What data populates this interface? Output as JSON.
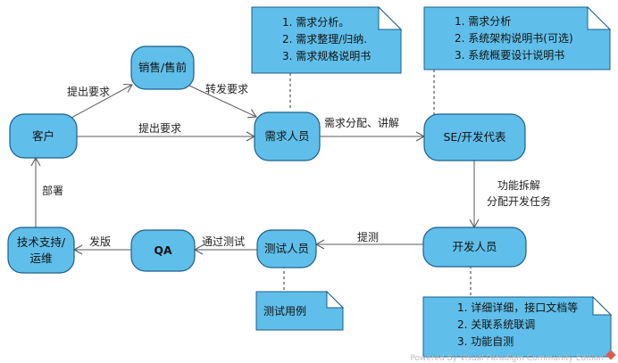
{
  "nodes": {
    "customer": "客户",
    "sales": "销售/售前",
    "requirements": "需求人员",
    "se": "SE/开发代表",
    "developer": "开发人员",
    "tester": "测试人员",
    "qa": "QA",
    "ops_line1": "技术支持/",
    "ops_line2": "运维"
  },
  "edges": {
    "customer_to_sales": "提出要求",
    "sales_to_requirements": "转发要求",
    "customer_to_requirements": "提出要求",
    "requirements_to_se": "需求分配、讲解",
    "se_to_developer_line1": "功能拆解",
    "se_to_developer_line2": "分配开发任务",
    "developer_to_tester": "提测",
    "tester_to_qa": "通过测试",
    "qa_to_ops": "发版",
    "ops_to_customer": "部署"
  },
  "notes": {
    "requirements_note": [
      "1.  需求分析。",
      "2.  需求整理/归纳.",
      "3.  需求规格说明书"
    ],
    "se_note": [
      "1.  需求分析",
      "2.  系统架构说明书(可选)",
      "3.  系统概要设计说明书"
    ],
    "tester_note": [
      "测试用例"
    ],
    "developer_note": [
      "1.  详细详细，接口文档等",
      "2.  关联系统联调",
      "3.  功能自测"
    ]
  },
  "footer": "Powered By  Visual Paradigm Community Edition",
  "colors": {
    "node_fill": "#5fbfea",
    "node_stroke": "#1d5f8a",
    "line": "#5a5a5a"
  }
}
